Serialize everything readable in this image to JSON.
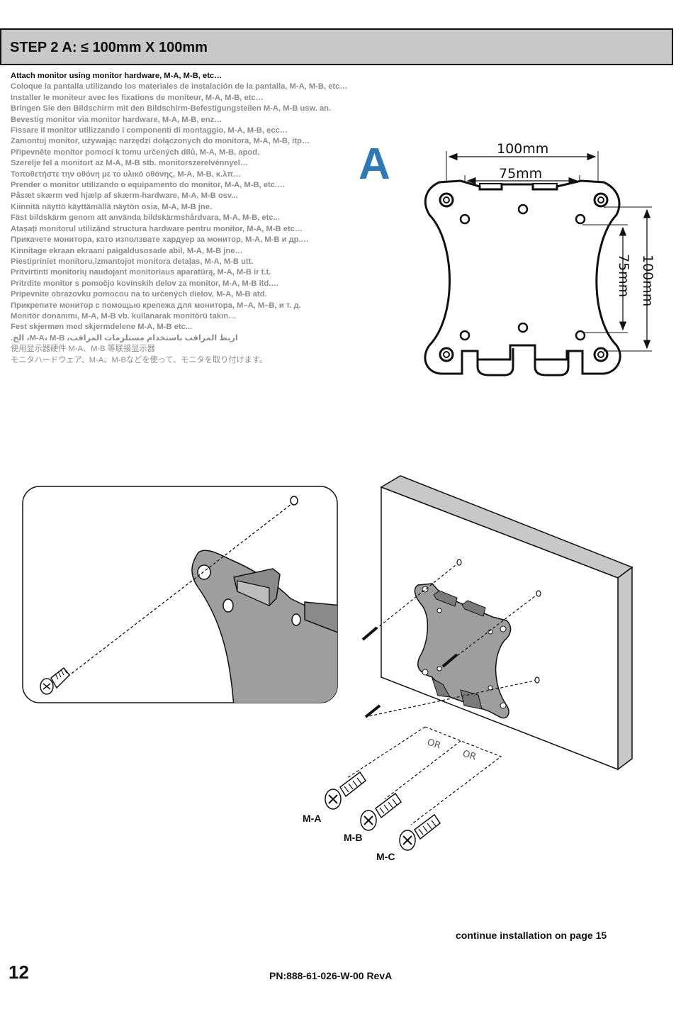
{
  "header": {
    "title": "STEP 2 A:   ≤ 100mm X 100mm"
  },
  "instructions": [
    "Attach monitor using monitor hardware, M-A, M-B, etc…",
    "Coloque la pantalla utilizando los materiales de instalación de la pantalla, M-A, M-B, etc…",
    "Installer le moniteur avec les fixations de moniteur, M-A, M-B, etc…",
    "Bringen Sie den Bildschirm mit den Bildschirm-Befestigungsteilen M-A, M-B usw. an.",
    "Bevestig monitor via monitor hardware, M-A, M-B, enz…",
    "Fissare il monitor utilizzando i componenti di montaggio, M-A, M-B, ecc…",
    "Zamontuj monitor, używając narzędzi dołączonych do monitora, M-A, M-B, itp…",
    "Připevněte monitor pomocí k tomu určených dílů, M-A, M-B, apod.",
    "Szerelje fel a monitort az M-A, M-B stb. monitorszerelvénnyel…",
    "Τοποθετήστε την οθόνη με το υλικό οθόνης, M-A, M-B, κ.λπ…",
    "Prender o monitor utilizando o equipamento do monitor, M-A, M-B, etc.…",
    "Påsæt skærm ved hjælp af skærm-hardware, M-A, M-B osv...",
    "Kiinnitä näyttö käyttämällä näytön osia, M-A, M-B jne.",
    "Fäst bildskärm genom att använda bildskärmshårdvara, M-A, M-B, etc...",
    "Atașați monitorul utilizând structura hardware pentru monitor, M-A, M-B etc…",
    "Прикачете монитора, като използвате хардуер за монитор, M-A, M-B и др.…",
    "Kinnitage ekraan ekraani paigaldusosade abil, M-A, M-B jne…",
    "Piestipriniet monitoru,izmantojot monitora detaļas, M-A, M-B utt.",
    "Pritvirtinti monitorių naudojant monitoriaus aparatūrą, M-A, M-B ir t.t.",
    "Pritrdite monitor s pomočjo kovinskih delov za monitor, M-A, M-B itd.…",
    "Pripevnite obrazovku pomocou na to určených dielov, M-A, M-B atd.",
    "Прикрепите монитор с помощью крепежа для монитора, M–A, M–B, и т. д.",
    "Monitör donanımı, M-A, M-B vb. kullanarak monitörü takın…",
    "Fest skjermen med skjermdelene M-A, M-B etc...",
    "اربط المراقب باستخدام مستلزمات المراقب، M-A، M-B، الخ.",
    "使用显示器硬件 M-A、M-B 等联接显示器",
    "モニタハードウェア、M-A、M-Bなどを使って、モニタを取り付けます。"
  ],
  "diagram_a": {
    "label": "A",
    "dim_outer_width": "100mm",
    "dim_inner_width": "75mm",
    "dim_inner_height": "75mm",
    "dim_outer_height": "100mm"
  },
  "install": {
    "or_1": "OR",
    "or_2": "OR",
    "screw_a": "M-A",
    "screw_b": "M-B",
    "screw_c": "M-C"
  },
  "footer": {
    "continue": "continue installation on page 15",
    "page_number": "12",
    "part_number": "PN:888-61-026-W-00 RevA"
  }
}
